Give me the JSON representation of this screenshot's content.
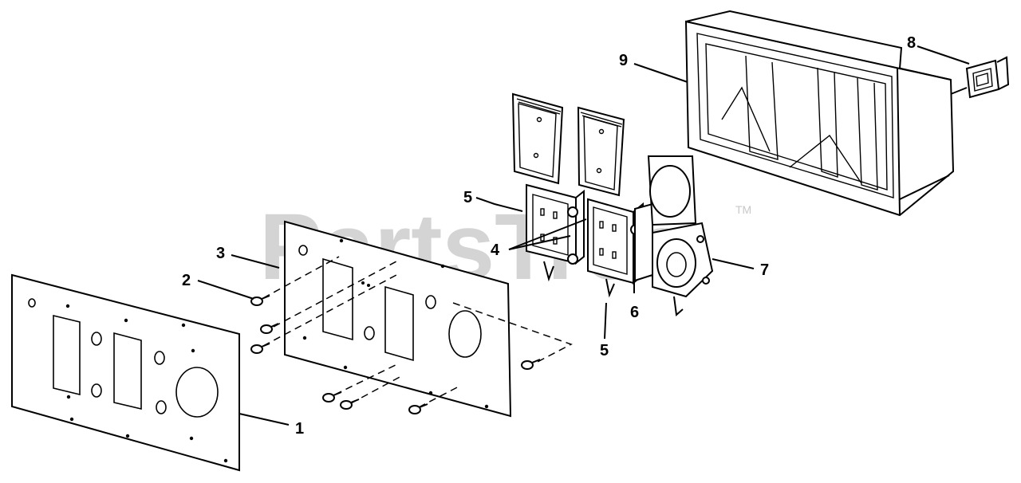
{
  "watermark": {
    "text": "PartsTree",
    "trademark": "TM"
  },
  "callouts": [
    {
      "id": "1",
      "label": "1"
    },
    {
      "id": "2",
      "label": "2"
    },
    {
      "id": "3",
      "label": "3"
    },
    {
      "id": "4",
      "label": "4"
    },
    {
      "id": "5a",
      "label": "5"
    },
    {
      "id": "5b",
      "label": "5"
    },
    {
      "id": "6",
      "label": "6"
    },
    {
      "id": "7",
      "label": "7"
    },
    {
      "id": "8",
      "label": "8"
    },
    {
      "id": "9",
      "label": "9"
    }
  ]
}
